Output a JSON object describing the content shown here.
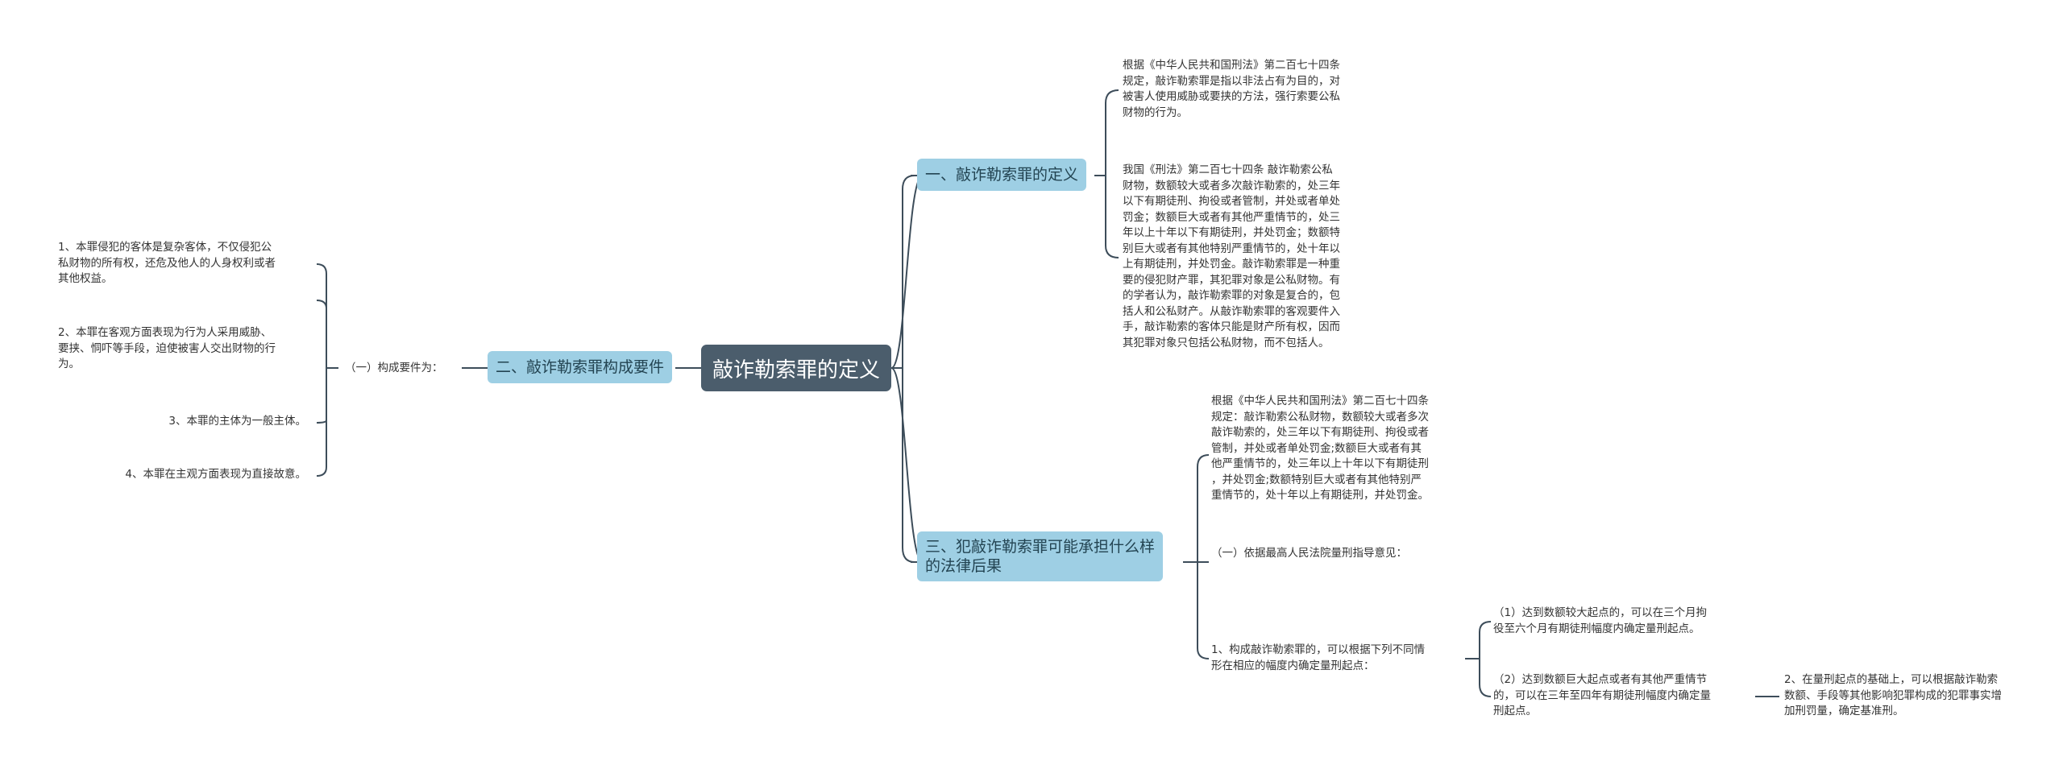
{
  "root": {
    "title": "敲诈勒索罪的定义"
  },
  "branch1": {
    "label": "一、敲诈勒索罪的定义",
    "items": [
      [
        "根据《中华人民共和国刑法》第二百七十四条",
        "规定，敲诈勒索罪是指以非法占有为目的，对",
        "被害人使用威胁或要挟的方法，强行索要公私",
        "财物的行为。"
      ],
      [
        "我国《刑法》第二百七十四条 敲诈勒索公私",
        "财物，数额较大或者多次敲诈勒索的，处三年",
        "以下有期徒刑、拘役或者管制，并处或者单处",
        "罚金；数额巨大或者有其他严重情节的，处三",
        "年以上十年以下有期徒刑，并处罚金；数额特",
        "别巨大或者有其他特别严重情节的，处十年以",
        "上有期徒刑，并处罚金。敲诈勒索罪是一种重",
        "要的侵犯财产罪，其犯罪对象是公私财物。有",
        "的学者认为，敲诈勒索罪的对象是复合的，包",
        "括人和公私财产。从敲诈勒索罪的客观要件入",
        "手，敲诈勒索的客体只能是财产所有权，因而",
        "其犯罪对象只包括公私财物，而不包括人。"
      ]
    ]
  },
  "branch2": {
    "label": "二、敲诈勒索罪构成要件",
    "sub_label": "（一）构成要件为：",
    "items": [
      [
        "1、本罪侵犯的客体是复杂客体，不仅侵犯公",
        "私财物的所有权，还危及他人的人身权利或者",
        "其他权益。"
      ],
      [
        "2、本罪在客观方面表现为行为人采用威胁、",
        "要挟、恫吓等手段，迫使被害人交出财物的行",
        "为。"
      ],
      [
        "3、本罪的主体为一般主体。"
      ],
      [
        "4、本罪在主观方面表现为直接故意。"
      ]
    ]
  },
  "branch3": {
    "label": [
      "三、犯敲诈勒索罪可能承担什么样",
      "的法律后果"
    ],
    "items": {
      "law": [
        "根据《中华人民共和国刑法》第二百七十四条",
        "规定：敲诈勒索公私财物，数额较大或者多次",
        "敲诈勒索的，处三年以下有期徒刑、拘役或者",
        "管制，并处或者单处罚金;数额巨大或者有其",
        "他严重情节的，处三年以上十年以下有期徒刑",
        "，并处罚金;数额特别巨大或者有其他特别严",
        "重情节的，处十年以上有期徒刑，并处罚金。"
      ],
      "opinion": [
        "（一）依据最高人民法院量刑指导意见："
      ],
      "rule": [
        "1、构成敲诈勒索罪的，可以根据下列不同情",
        "形在相应的幅度内确定量刑起点："
      ],
      "case1": [
        "（1）达到数额较大起点的，可以在三个月拘",
        "役至六个月有期徒刑幅度内确定量刑起点。"
      ],
      "case2": [
        "（2）达到数额巨大起点或者有其他严重情节",
        "的，可以在三年至四年有期徒刑幅度内确定量",
        "刑起点。"
      ],
      "case2_detail": [
        "2、在量刑起点的基础上，可以根据敲诈勒索",
        "数额、手段等其他影响犯罪构成的犯罪事实增",
        "加刑罚量，确定基准刑。"
      ]
    }
  },
  "colors": {
    "root": "#4b5d6c",
    "sub": "#9ecfe4",
    "line": "#3d4d5a"
  }
}
